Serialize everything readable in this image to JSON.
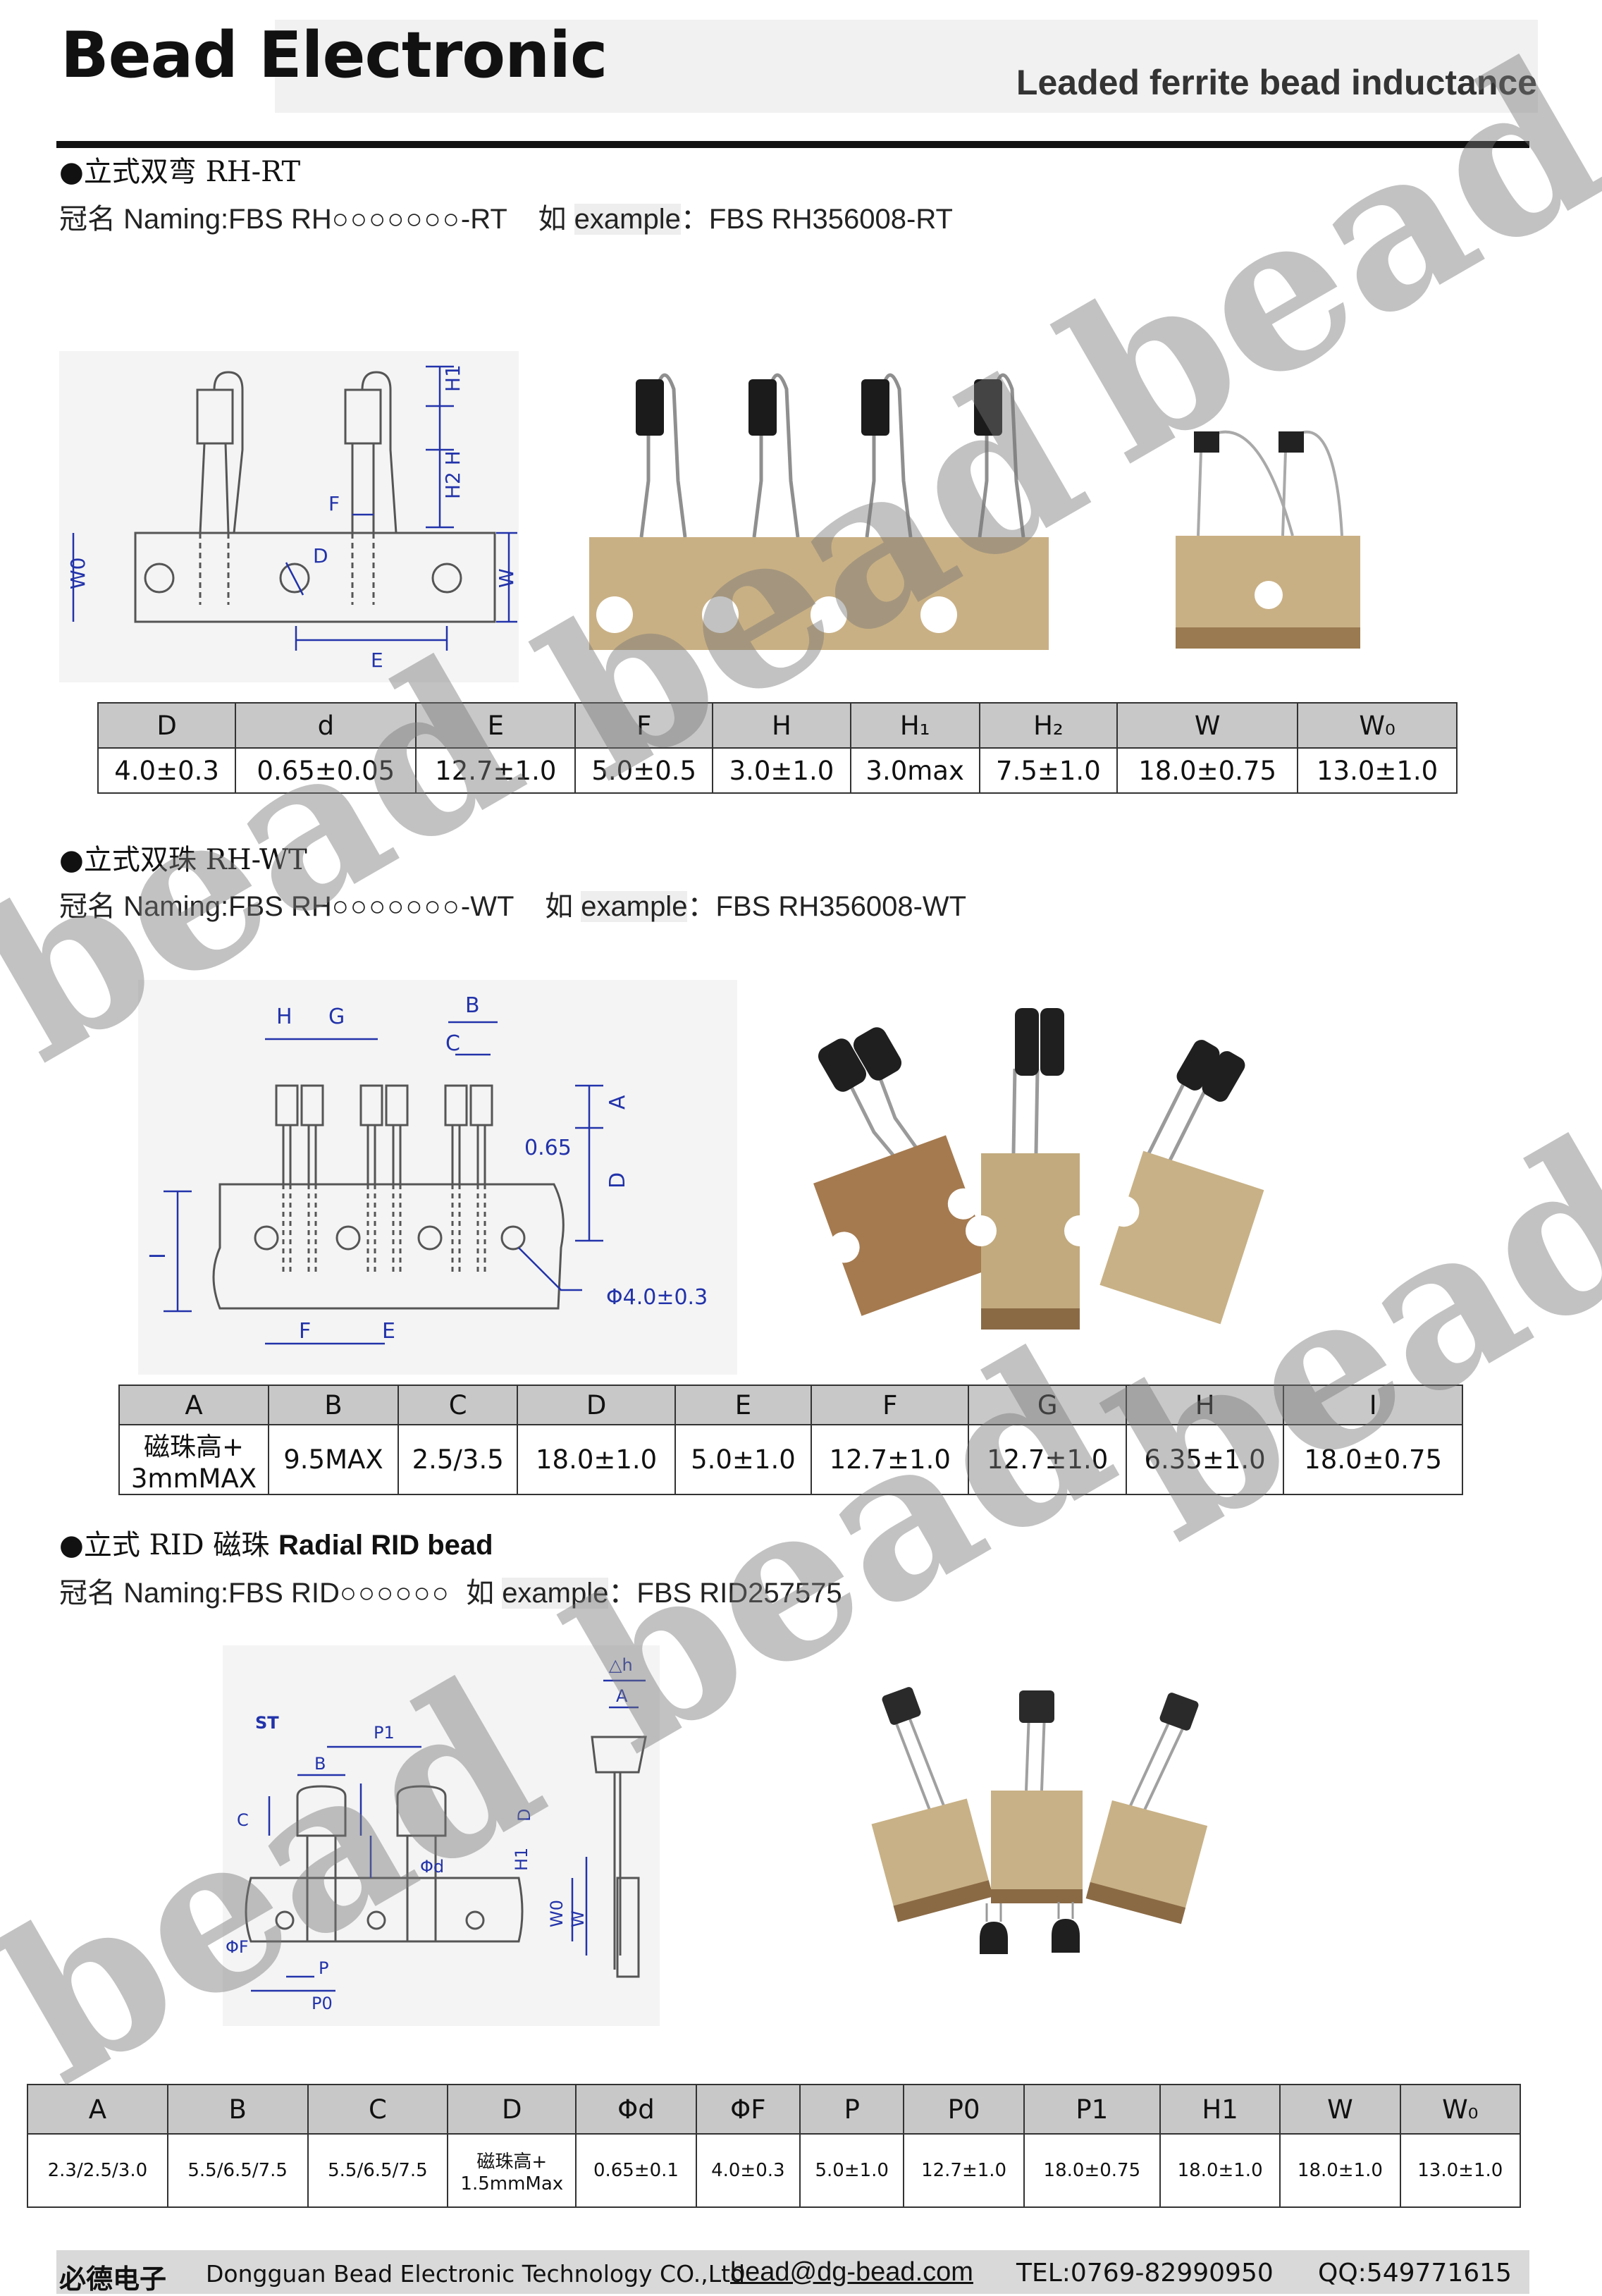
{
  "header": {
    "brand": "Bead Electronic",
    "subtitle": "Leaded ferrite bead inductance"
  },
  "sections": [
    {
      "title": "●立式双弯 RH-RT",
      "naming_prefix": "冠名 Naming:FBS RH",
      "naming_mask": "○○○○○○○",
      "naming_suffix": "-RT",
      "example_cjk": "如",
      "example_label": "example",
      "example_value": "：FBS RH356008-RT",
      "table": {
        "headers": [
          "D",
          "d",
          "E",
          "F",
          "H",
          "H₁",
          "H₂",
          "W",
          "W₀"
        ],
        "values": [
          "4.0±0.3",
          "0.65±0.05",
          "12.7±1.0",
          "5.0±0.5",
          "3.0±1.0",
          "3.0max",
          "7.5±1.0",
          "18.0±0.75",
          "13.0±1.0"
        ]
      }
    },
    {
      "title": "●立式双珠 RH-WT",
      "naming_prefix": "冠名 Naming:FBS RH",
      "naming_mask": "○○○○○○○",
      "naming_suffix": "-WT",
      "example_cjk": "如",
      "example_label": "example",
      "example_value": "：FBS RH356008-WT",
      "table": {
        "headers": [
          "A",
          "B",
          "C",
          "D",
          "E",
          "F",
          "G",
          "H",
          "I"
        ],
        "values": [
          "磁珠高+ 3mmMAX",
          "9.5MAX",
          "2.5/3.5",
          "18.0±1.0",
          "5.0±1.0",
          "12.7±1.0",
          "12.7±1.0",
          "6.35±1.0",
          "18.0±0.75"
        ]
      }
    },
    {
      "title": "●立式 RID 磁珠 ",
      "title_bold": "Radial RID bead",
      "naming_prefix": "冠名 Naming:FBS RID",
      "naming_mask": "○○○○○○",
      "naming_suffix": "",
      "example_cjk": "如",
      "example_label": "example",
      "example_value": "：FBS RID257575",
      "table": {
        "headers": [
          "A",
          "B",
          "C",
          "D",
          "Φd",
          "ΦF",
          "P",
          "P0",
          "P1",
          "H1",
          "W",
          "W₀"
        ],
        "values": [
          "2.3/2.5/3.0",
          "5.5/6.5/7.5",
          "5.5/6.5/7.5",
          "磁珠高+ 1.5mmMax",
          "0.65±0.1",
          "4.0±0.3",
          "5.0±1.0",
          "12.7±1.0",
          "18.0±0.75",
          "18.0±1.0",
          "18.0±1.0",
          "13.0±1.0"
        ]
      }
    }
  ],
  "diagrams": {
    "rt": {
      "labels": [
        "H1",
        "H2 H",
        "F",
        "D",
        "W0",
        "W",
        "E"
      ]
    },
    "wt": {
      "labels": [
        "H",
        "G",
        "B",
        "C",
        "A",
        "0.65",
        "D",
        "I",
        "F",
        "E",
        "Φ4.0±0.3"
      ]
    },
    "rid": {
      "labels": [
        "ST",
        "P1",
        "B",
        "C",
        "D",
        "Φd",
        "H1",
        "W0",
        "W",
        "ΦF",
        "P",
        "P0",
        "△h",
        "A"
      ]
    }
  },
  "watermark": "bead",
  "footer": {
    "company_cn": "必德电子",
    "company_en": "Dongguan Bead Electronic Technology CO.,Ltd",
    "email": "bead@dg-bead.com",
    "tel": "TEL:0769-82990950",
    "qq": "QQ:549771615"
  }
}
